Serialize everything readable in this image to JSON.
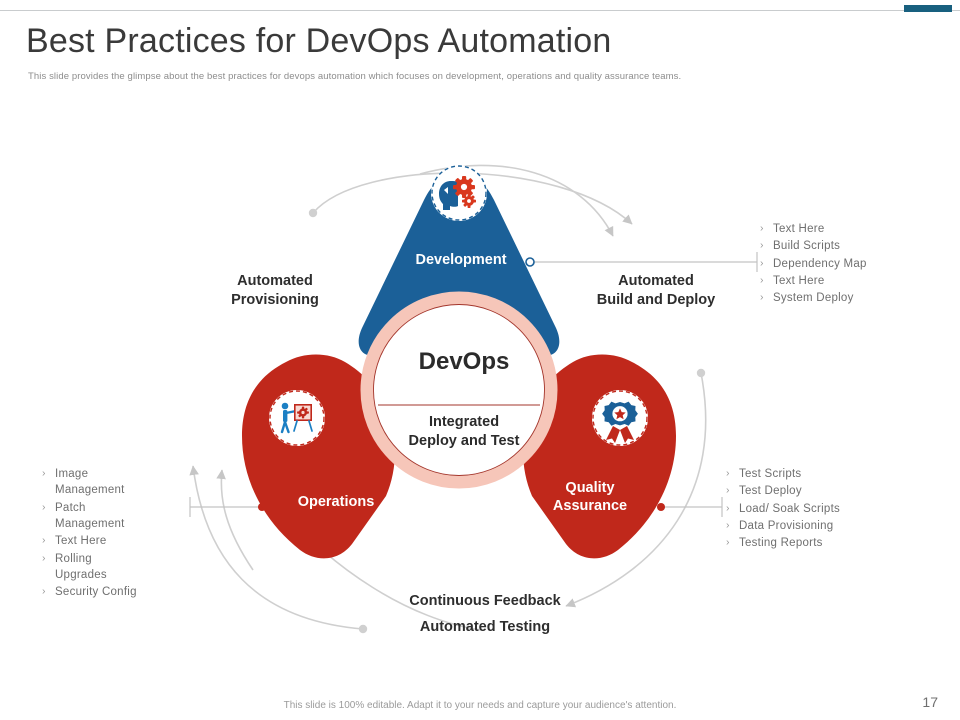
{
  "header": {
    "title": "Best Practices for DevOps Automation",
    "subtitle": "This slide provides the glimpse about the best practices for devops automation which focuses on development, operations and quality assurance teams."
  },
  "colors": {
    "blue": "#1b6098",
    "red": "#c0281b",
    "pink_ring": "#f6c6b9",
    "accent_bar": "#18607f",
    "arrow_gray": "#cfcfcf",
    "text_dark": "#2e2e2e",
    "text_muted": "#6f6f6f"
  },
  "center": {
    "title": "DevOps",
    "subtitle": "Integrated\nDeploy and Test",
    "subtitle_line1": "Integrated",
    "subtitle_line2": "Deploy and Test"
  },
  "petals": [
    {
      "id": "development",
      "label": "Development",
      "color": "#1b6098",
      "icon": "head-gears-icon"
    },
    {
      "id": "operations",
      "label": "Operations",
      "color": "#c0281b",
      "icon": "presenter-board-gear-icon"
    },
    {
      "id": "quality-assurance",
      "label": "Quality\nAssurance",
      "label_line1": "Quality",
      "label_line2": "Assurance",
      "color": "#c0281b",
      "icon": "award-rosette-icon"
    }
  ],
  "headings": {
    "automated_provisioning_line1": "Automated",
    "automated_provisioning_line2": "Provisioning",
    "automated_build_deploy_line1": "Automated",
    "automated_build_deploy_line2": "Build and Deploy",
    "continuous_feedback": "Continuous Feedback",
    "automated_testing": "Automated Testing"
  },
  "lists": {
    "build_and_deploy": {
      "bullet": "›",
      "items": [
        "Text Here",
        "Build Scripts",
        "Dependency  Map",
        "Text Here",
        "System Deploy"
      ]
    },
    "quality_assurance": {
      "bullet": "›",
      "items": [
        "Test Scripts",
        "Test Deploy",
        "Load/ Soak Scripts",
        "Data Provisioning",
        "Testing Reports"
      ]
    },
    "operations": {
      "bullet": "›",
      "items": [
        "Image Management",
        "Patch Management",
        "Text Here",
        "Rolling Upgrades",
        "Security Config"
      ]
    }
  },
  "footer": {
    "note": "This slide is 100% editable. Adapt it to your needs and capture your audience's attention.",
    "page_number": "17"
  }
}
